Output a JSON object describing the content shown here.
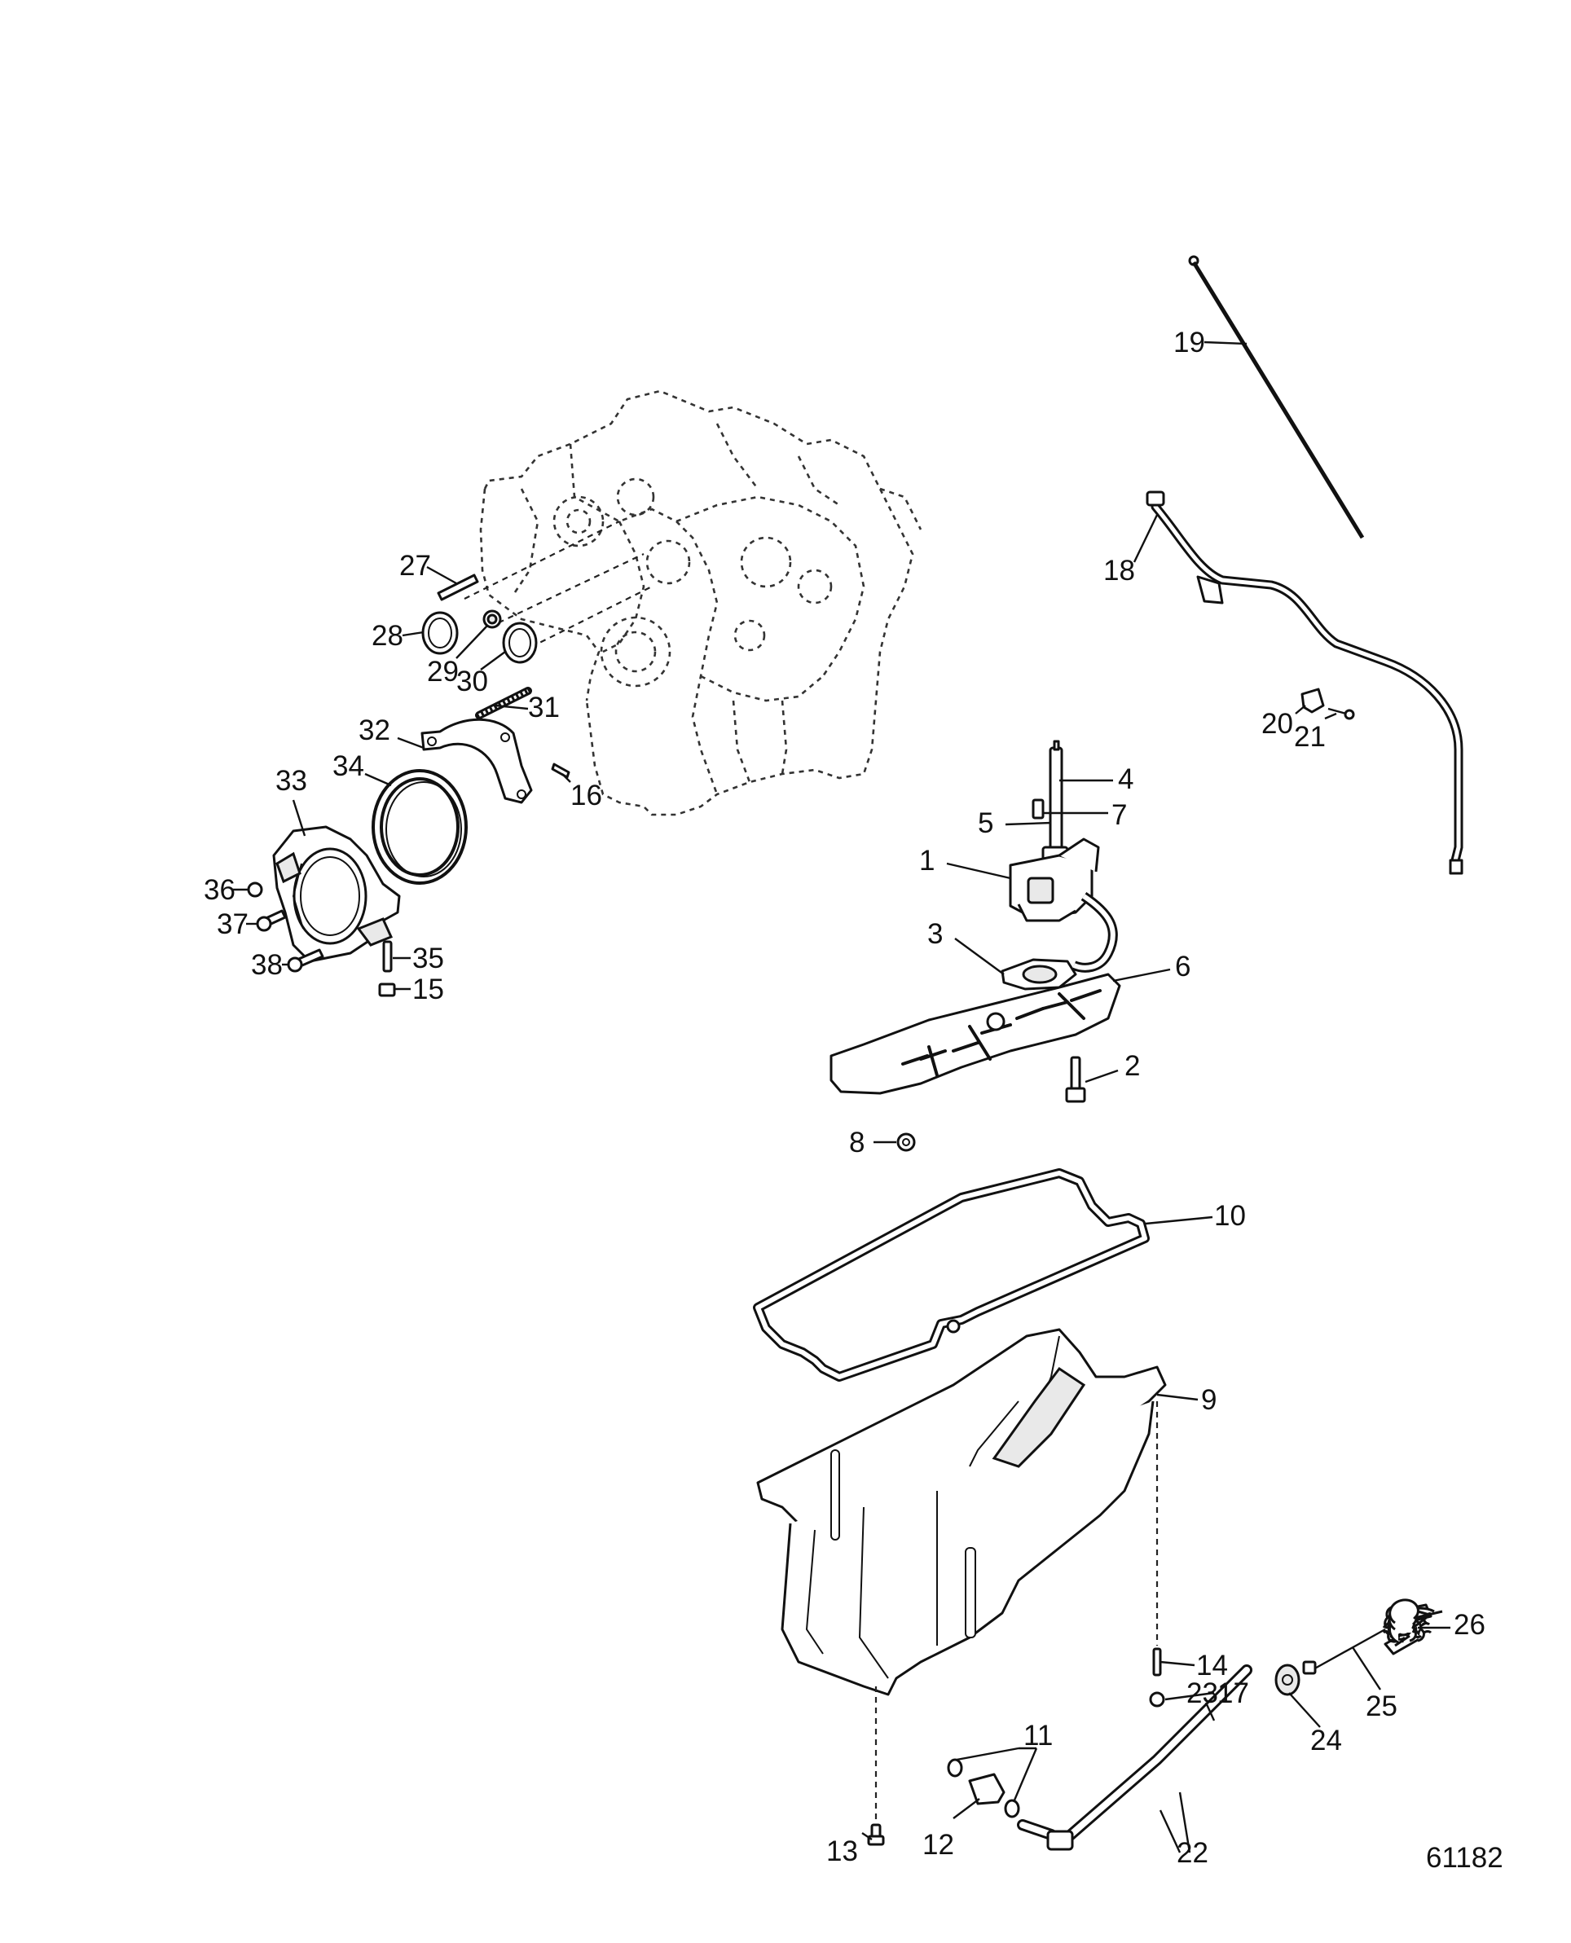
{
  "diagram": {
    "figure_id": "61182",
    "callouts": [
      {
        "id": "1",
        "label": "1"
      },
      {
        "id": "2",
        "label": "2"
      },
      {
        "id": "3",
        "label": "3"
      },
      {
        "id": "4",
        "label": "4"
      },
      {
        "id": "5",
        "label": "5"
      },
      {
        "id": "6",
        "label": "6"
      },
      {
        "id": "7",
        "label": "7"
      },
      {
        "id": "8",
        "label": "8"
      },
      {
        "id": "9",
        "label": "9"
      },
      {
        "id": "10",
        "label": "10"
      },
      {
        "id": "11",
        "label": "11"
      },
      {
        "id": "12",
        "label": "12"
      },
      {
        "id": "13",
        "label": "13"
      },
      {
        "id": "14",
        "label": "14"
      },
      {
        "id": "15",
        "label": "15"
      },
      {
        "id": "16",
        "label": "16"
      },
      {
        "id": "17",
        "label": "17"
      },
      {
        "id": "18",
        "label": "18"
      },
      {
        "id": "19",
        "label": "19"
      },
      {
        "id": "20",
        "label": "20"
      },
      {
        "id": "21",
        "label": "21"
      },
      {
        "id": "22",
        "label": "22"
      },
      {
        "id": "23",
        "label": "23"
      },
      {
        "id": "24",
        "label": "24"
      },
      {
        "id": "25",
        "label": "25"
      },
      {
        "id": "26",
        "label": "26"
      },
      {
        "id": "27",
        "label": "27"
      },
      {
        "id": "28",
        "label": "28"
      },
      {
        "id": "29",
        "label": "29"
      },
      {
        "id": "30",
        "label": "30"
      },
      {
        "id": "31",
        "label": "31"
      },
      {
        "id": "32",
        "label": "32"
      },
      {
        "id": "33",
        "label": "33"
      },
      {
        "id": "34",
        "label": "34"
      },
      {
        "id": "35",
        "label": "35"
      },
      {
        "id": "36",
        "label": "36"
      },
      {
        "id": "37",
        "label": "37"
      },
      {
        "id": "38",
        "label": "38"
      }
    ]
  }
}
